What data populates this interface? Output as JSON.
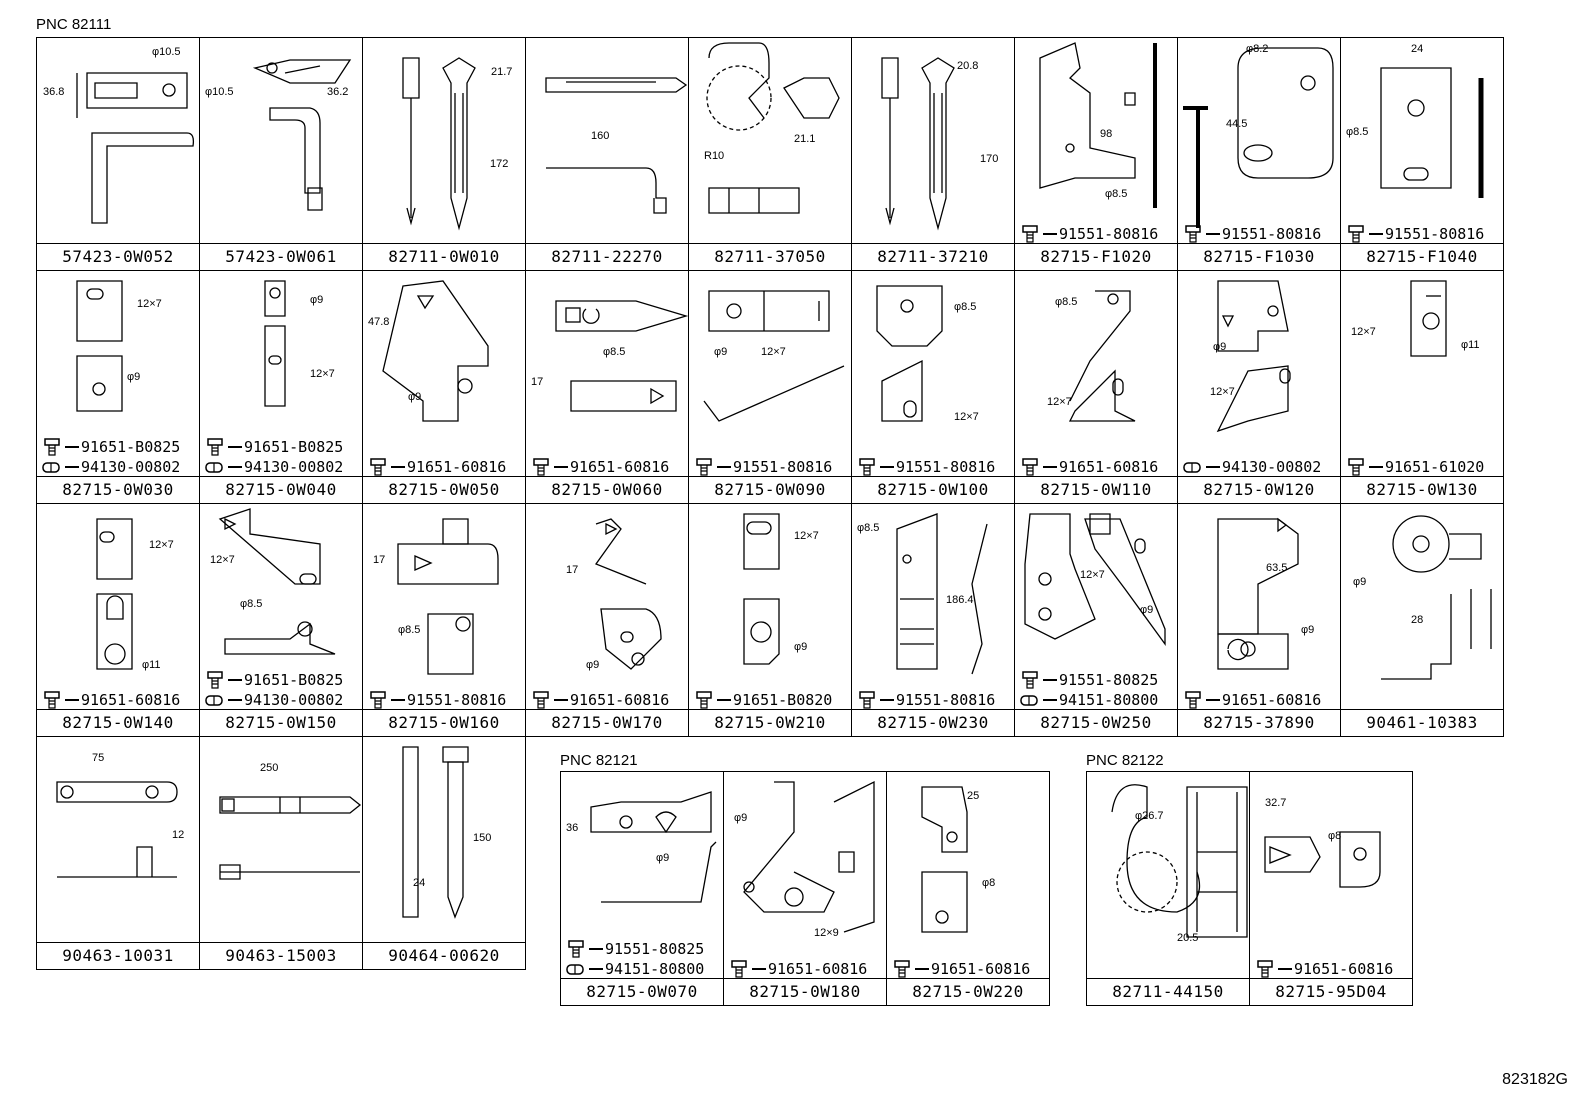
{
  "groups": [
    {
      "title": "PNC 82111"
    },
    {
      "title": "PNC 82121"
    },
    {
      "title": "PNC 82122"
    }
  ],
  "diagram_id": "823182G",
  "cells": [
    {
      "part": "57423-0W052",
      "dims": [
        "φ10.5",
        "36.8"
      ],
      "hardware": []
    },
    {
      "part": "57423-0W061",
      "dims": [
        "φ10.5",
        "36.2"
      ],
      "hardware": []
    },
    {
      "part": "82711-0W010",
      "dims": [
        "21.7",
        "172"
      ],
      "hardware": []
    },
    {
      "part": "82711-22270",
      "dims": [
        "160"
      ],
      "hardware": []
    },
    {
      "part": "82711-37050",
      "dims": [
        "R10",
        "21.1"
      ],
      "hardware": []
    },
    {
      "part": "82711-37210",
      "dims": [
        "20.8",
        "170"
      ],
      "hardware": []
    },
    {
      "part": "82715-F1020",
      "dims": [
        "98",
        "φ8.5"
      ],
      "hardware": [
        {
          "code": "91551-80816",
          "icon": "bolt"
        }
      ]
    },
    {
      "part": "82715-F1030",
      "dims": [
        "φ8.2",
        "44.5"
      ],
      "hardware": [
        {
          "code": "91551-80816",
          "icon": "bolt"
        }
      ]
    },
    {
      "part": "82715-F1040",
      "dims": [
        "24",
        "φ8.5"
      ],
      "hardware": [
        {
          "code": "91551-80816",
          "icon": "bolt"
        }
      ]
    },
    {
      "part": "82715-0W030",
      "dims": [
        "12×7",
        "φ9"
      ],
      "hardware": [
        {
          "code": "91651-B0825",
          "icon": "bolt"
        },
        {
          "code": "94130-00802",
          "icon": "nut"
        }
      ]
    },
    {
      "part": "82715-0W040",
      "dims": [
        "φ9",
        "12×7"
      ],
      "hardware": [
        {
          "code": "91651-B0825",
          "icon": "bolt"
        },
        {
          "code": "94130-00802",
          "icon": "nut"
        }
      ]
    },
    {
      "part": "82715-0W050",
      "dims": [
        "47.8",
        "φ9"
      ],
      "hardware": [
        {
          "code": "91651-60816",
          "icon": "bolt"
        }
      ]
    },
    {
      "part": "82715-0W060",
      "dims": [
        "φ8.5",
        "17"
      ],
      "hardware": [
        {
          "code": "91651-60816",
          "icon": "bolt"
        }
      ]
    },
    {
      "part": "82715-0W090",
      "dims": [
        "φ9",
        "12×7"
      ],
      "hardware": [
        {
          "code": "91551-80816",
          "icon": "bolt"
        }
      ]
    },
    {
      "part": "82715-0W100",
      "dims": [
        "φ8.5",
        "12×7"
      ],
      "hardware": [
        {
          "code": "91551-80816",
          "icon": "bolt"
        }
      ]
    },
    {
      "part": "82715-0W110",
      "dims": [
        "φ8.5",
        "12×7"
      ],
      "hardware": [
        {
          "code": "91651-60816",
          "icon": "bolt"
        }
      ]
    },
    {
      "part": "82715-0W120",
      "dims": [
        "φ9",
        "12×7"
      ],
      "hardware": [
        {
          "code": "94130-00802",
          "icon": "nut"
        }
      ]
    },
    {
      "part": "82715-0W130",
      "dims": [
        "12×7",
        "φ11"
      ],
      "hardware": [
        {
          "code": "91651-61020",
          "icon": "bolt"
        }
      ]
    },
    {
      "part": "82715-0W140",
      "dims": [
        "12×7",
        "φ11"
      ],
      "hardware": [
        {
          "code": "91651-60816",
          "icon": "bolt"
        }
      ]
    },
    {
      "part": "82715-0W150",
      "dims": [
        "12×7",
        "φ8.5"
      ],
      "hardware": [
        {
          "code": "91651-B0825",
          "icon": "bolt"
        },
        {
          "code": "94130-00802",
          "icon": "nut"
        }
      ]
    },
    {
      "part": "82715-0W160",
      "dims": [
        "17",
        "φ8.5"
      ],
      "hardware": [
        {
          "code": "91551-80816",
          "icon": "bolt"
        }
      ]
    },
    {
      "part": "82715-0W170",
      "dims": [
        "17",
        "φ9"
      ],
      "hardware": [
        {
          "code": "91651-60816",
          "icon": "bolt"
        }
      ]
    },
    {
      "part": "82715-0W210",
      "dims": [
        "12×7",
        "φ9"
      ],
      "hardware": [
        {
          "code": "91651-B0820",
          "icon": "bolt"
        }
      ]
    },
    {
      "part": "82715-0W230",
      "dims": [
        "φ8.5",
        "186.4"
      ],
      "hardware": [
        {
          "code": "91551-80816",
          "icon": "bolt"
        }
      ]
    },
    {
      "part": "82715-0W250",
      "dims": [
        "12×7",
        "φ9"
      ],
      "hardware": [
        {
          "code": "91551-80825",
          "icon": "bolt"
        },
        {
          "code": "94151-80800",
          "icon": "nut"
        }
      ]
    },
    {
      "part": "82715-37890",
      "dims": [
        "63.5",
        "φ9"
      ],
      "hardware": [
        {
          "code": "91651-60816",
          "icon": "bolt"
        }
      ]
    },
    {
      "part": "90461-10383",
      "dims": [
        "φ9",
        "28"
      ],
      "hardware": []
    },
    {
      "part": "90463-10031",
      "dims": [
        "75",
        "12"
      ],
      "hardware": []
    },
    {
      "part": "90463-15003",
      "dims": [
        "250"
      ],
      "hardware": []
    },
    {
      "part": "90464-00620",
      "dims": [
        "150",
        "24"
      ],
      "hardware": []
    },
    {
      "part": "82715-0W070",
      "dims": [
        "36",
        "φ9"
      ],
      "hardware": [
        {
          "code": "91551-80825",
          "icon": "bolt"
        },
        {
          "code": "94151-80800",
          "icon": "nut"
        }
      ]
    },
    {
      "part": "82715-0W180",
      "dims": [
        "φ9",
        "12×9"
      ],
      "hardware": [
        {
          "code": "91651-60816",
          "icon": "bolt"
        }
      ]
    },
    {
      "part": "82715-0W220",
      "dims": [
        "25",
        "φ8"
      ],
      "hardware": [
        {
          "code": "91651-60816",
          "icon": "bolt"
        }
      ]
    },
    {
      "part": "82711-44150",
      "dims": [
        "φ26.7",
        "20.5"
      ],
      "hardware": []
    },
    {
      "part": "82715-95D04",
      "dims": [
        "32.7",
        "φ8"
      ],
      "hardware": [
        {
          "code": "91651-60816",
          "icon": "bolt"
        }
      ]
    }
  ]
}
